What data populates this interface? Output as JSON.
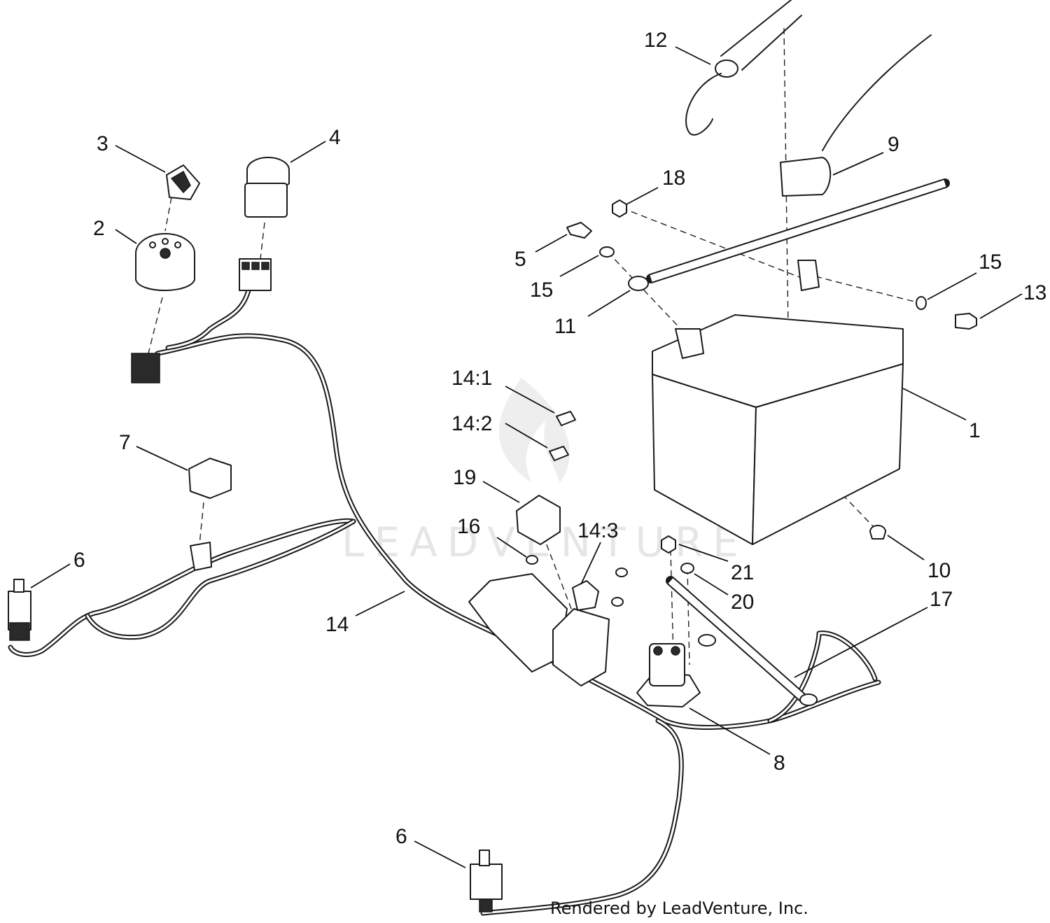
{
  "watermark": {
    "text": "LEADVENTURE"
  },
  "footer": {
    "credit": "Rendered by LeadVenture, Inc."
  },
  "callouts": [
    "1",
    "2",
    "3",
    "4",
    "5",
    "6",
    "6",
    "7",
    "8",
    "9",
    "10",
    "11",
    "12",
    "13",
    "14",
    "14:1",
    "14:2",
    "14:3",
    "15",
    "15",
    "16",
    "17",
    "18",
    "19",
    "20",
    "21"
  ]
}
